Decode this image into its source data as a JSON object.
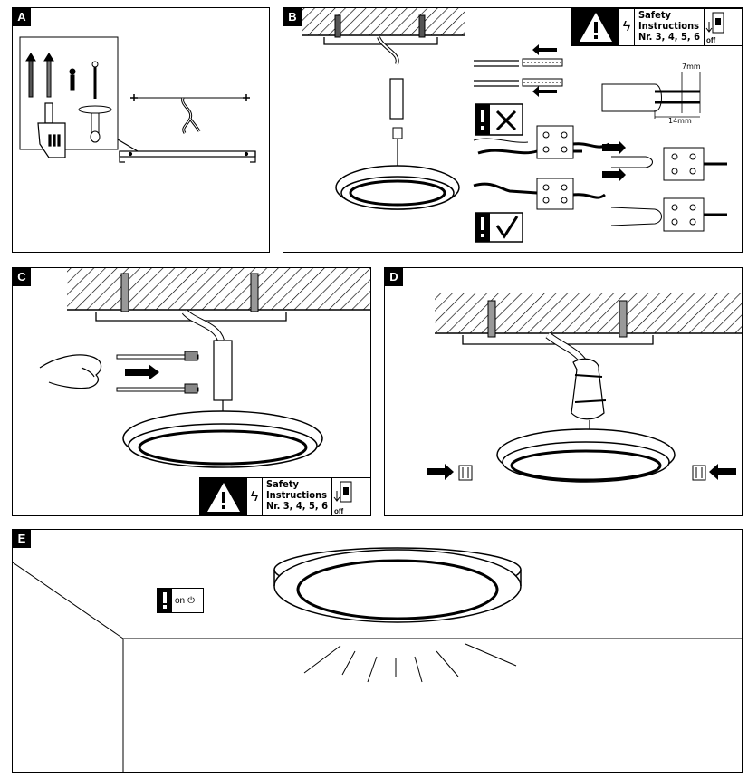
{
  "panels": [
    {
      "letter": "A"
    },
    {
      "letter": "B"
    },
    {
      "letter": "C"
    },
    {
      "letter": "D"
    },
    {
      "letter": "E"
    }
  ],
  "safety": {
    "line1": "Safety",
    "line2": "Instructions",
    "line3": "Nr. 3, 4, 5, 6",
    "off_label": "off"
  },
  "measurements": {
    "strip_short": "7mm",
    "strip_long": "14mm"
  },
  "switch_on_label": "on",
  "icons": [
    "warning-icon",
    "lightning-icon",
    "power-switch-icon",
    "drill-icon",
    "dowel-icon",
    "screw-icon",
    "cable-tie-icon",
    "hand-icon",
    "check-icon",
    "cross-icon",
    "terminal-block-icon",
    "arrow-icon"
  ]
}
